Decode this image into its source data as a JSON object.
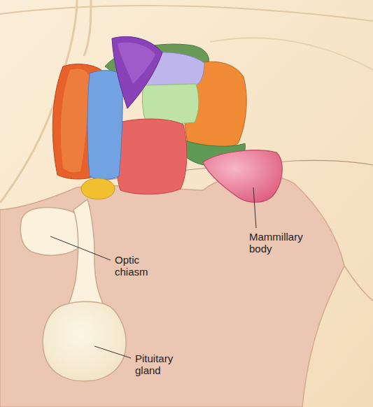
{
  "diagram": {
    "labels": [
      "Optic chiasm",
      "Mammillary body",
      "Pituitary gland"
    ]
  }
}
